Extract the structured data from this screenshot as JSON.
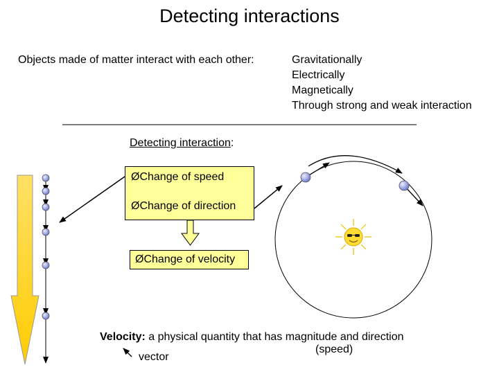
{
  "title": "Detecting interactions",
  "intro": "Objects made of matter interact with each other:",
  "interaction_types": [
    "Gravitationally",
    "Electrically",
    "Magnetically",
    "Through strong and weak interaction"
  ],
  "detecting": {
    "label": "Detecting interaction",
    "colon": ":"
  },
  "changes": [
    "Change of speed",
    "Change of direction",
    "Change of velocity"
  ],
  "bullet_symbol": "Ø",
  "velocity": {
    "term": "Velocity:",
    "definition": " a physical quantity that has magnitude and direction",
    "speed_note": "(speed)",
    "vector_note": "vector"
  },
  "colors": {
    "box_fill": "#ffff99",
    "ball": "#6677cc",
    "arrow_fill": "#ffcc33",
    "sun": "#ffdd33"
  }
}
